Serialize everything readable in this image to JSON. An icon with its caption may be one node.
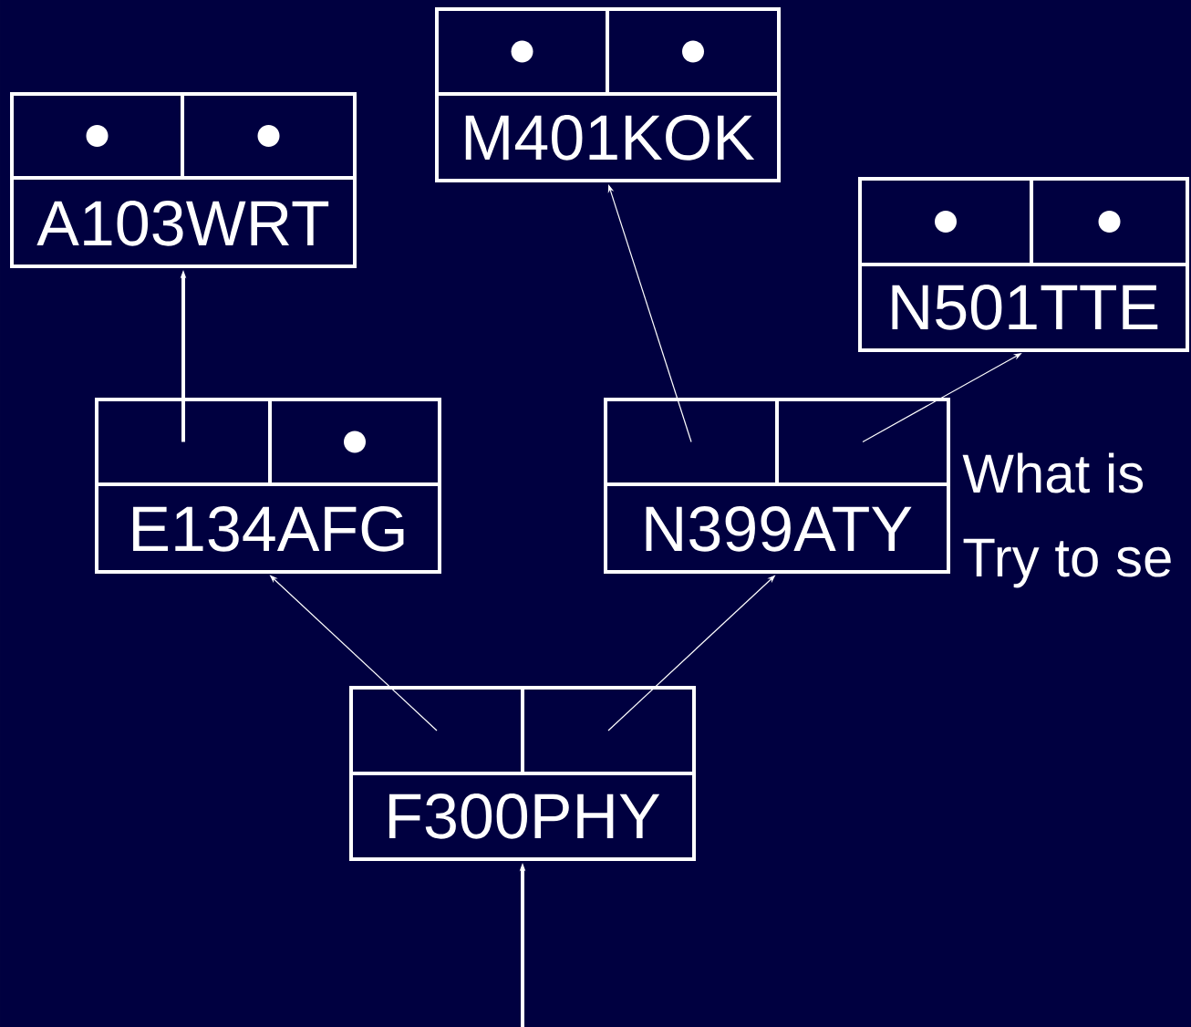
{
  "diagram": {
    "nodes": [
      {
        "text": [
          "A103WRT"
        ]
      },
      {
        "text": [],
        "shape": "box",
        "in": 0
      },
      {
        "text": [],
        "shape": "box",
        "in": 0
      },
      {
        "text": [
          "M401KOK"
        ]
      },
      {
        "text": [],
        "shape": "box",
        "in": 3
      },
      {
        "text": [],
        "shape": "box",
        "in": 3
      },
      {
        "text": [
          "N501TTE"
        ]
      },
      {
        "text": [],
        "shape": "box",
        "in": 6
      },
      {
        "text": [],
        "shape": "box",
        "in": 6
      },
      {
        "text": [
          "E134AFG"
        ]
      },
      {
        "text": [],
        "shape": "box",
        "in": 9
      },
      {
        "text": [],
        "shape": "box",
        "in": 9
      },
      {
        "text": [
          "N399ATY"
        ]
      },
      {
        "text": [],
        "shape": "box",
        "in": 12
      },
      {
        "text": [],
        "shape": "box",
        "in": 12
      },
      {
        "text": [
          "F300PHY"
        ]
      },
      {
        "text": [],
        "shape": "box",
        "in": 15
      },
      {
        "text": [],
        "shape": "box",
        "in": 15
      }
    ],
    "edges": [
      {
        "from": null,
        "to": 15,
        "arrow": "to",
        "style": "thick"
      },
      {
        "from": 16,
        "to": 9,
        "arrow": "to"
      },
      {
        "from": 17,
        "to": 12,
        "arrow": "to"
      },
      {
        "from": 10,
        "to": 0,
        "arrow": "to",
        "style": "thick"
      },
      {
        "from": 13,
        "to": 3,
        "arrow": "to"
      },
      {
        "from": 14,
        "to": 6,
        "arrow": "to"
      }
    ],
    "labels": [
      "What is",
      "Try to se"
    ]
  }
}
